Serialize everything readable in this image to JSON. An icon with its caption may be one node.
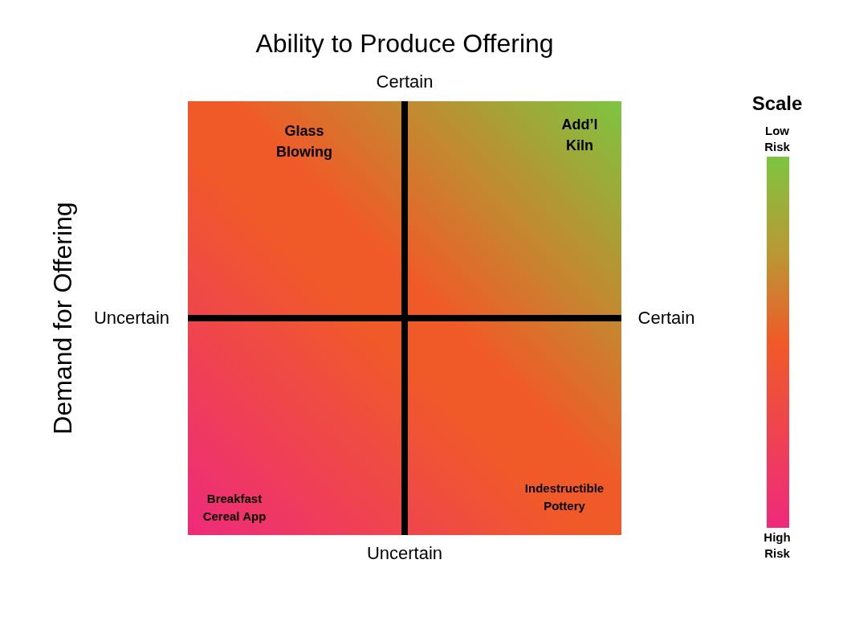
{
  "diagram": {
    "title": "Ability to Produce Offering",
    "nodes": [
      {
        "text": [],
        "shape": "bar"
      }
    ],
    "labels": [
      "Certain",
      "Demand for Offering",
      "Uncertain",
      "Certain",
      "Uncertain",
      "Glass Blowing",
      "Add’l Kiln",
      "Breakfast Cereal App",
      "Indestructible Pottery",
      "Scale",
      "Low Risk",
      "High Risk"
    ]
  }
}
